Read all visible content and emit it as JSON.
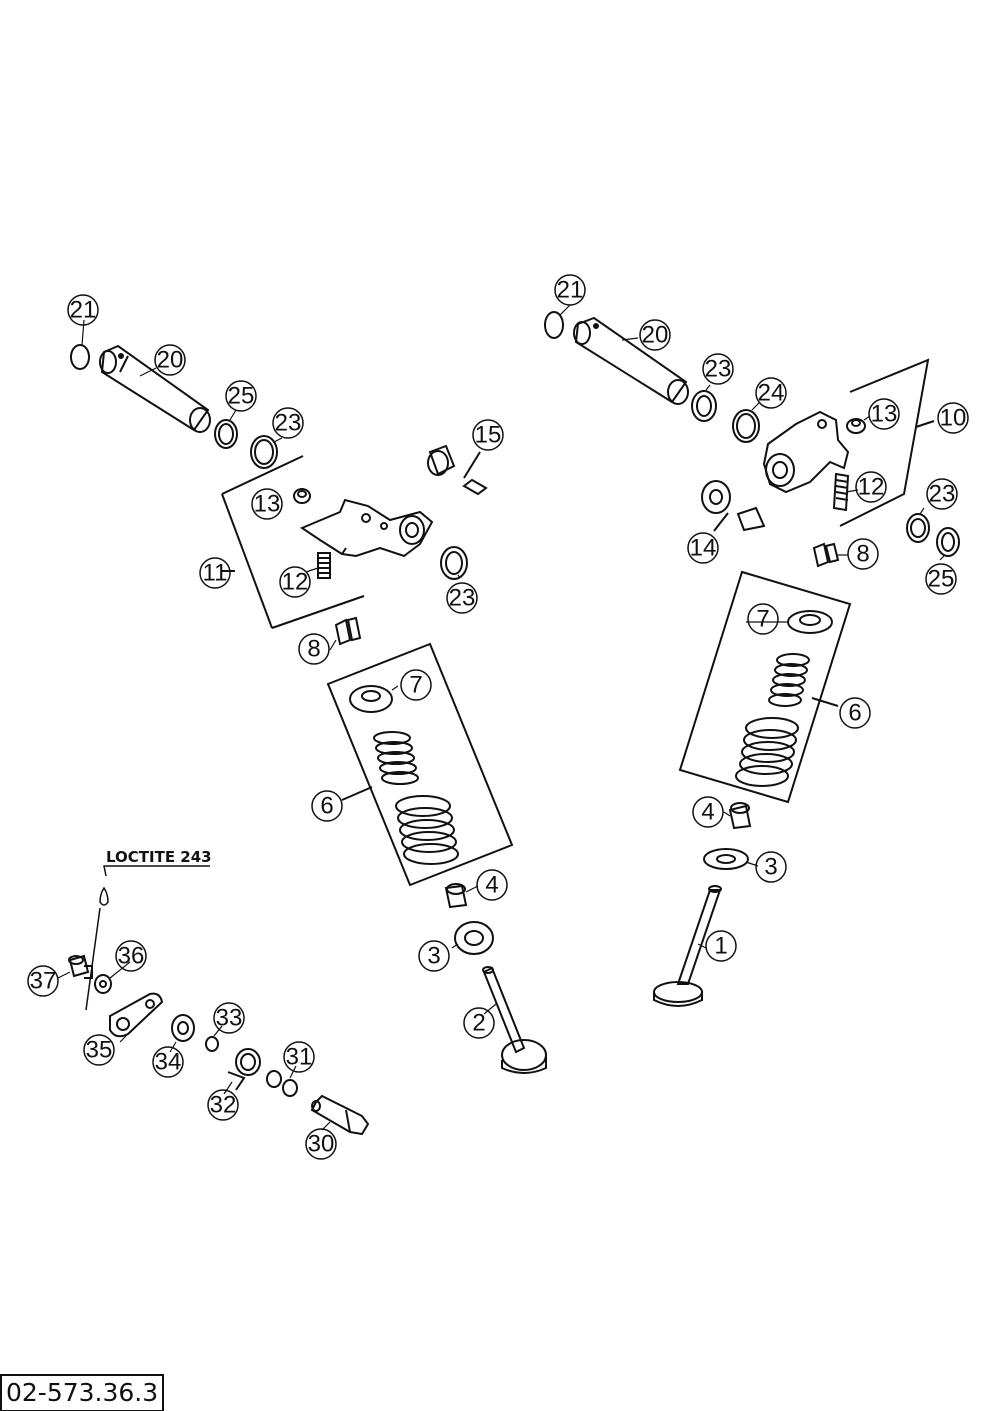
{
  "diagram": {
    "reference_code": "02-573.36.3",
    "note_loctite": "LOCTITE 243",
    "callouts": {
      "c1": "1",
      "c2": "2",
      "c3a": "3",
      "c3b": "3",
      "c4a": "4",
      "c4b": "4",
      "c6a": "6",
      "c6b": "6",
      "c7a": "7",
      "c7b": "7",
      "c8a": "8",
      "c8b": "8",
      "c10": "10",
      "c11": "11",
      "c12a": "12",
      "c12b": "12",
      "c13a": "13",
      "c13b": "13",
      "c14": "14",
      "c15": "15",
      "c20a": "20",
      "c20b": "20",
      "c21a": "21",
      "c21b": "21",
      "c23a": "23",
      "c23b": "23",
      "c23c": "23",
      "c23d": "23",
      "c24": "24",
      "c25a": "25",
      "c25b": "25",
      "c30": "30",
      "c31": "31",
      "c32": "32",
      "c33": "33",
      "c34": "34",
      "c35": "35",
      "c36": "36",
      "c37": "37"
    }
  }
}
